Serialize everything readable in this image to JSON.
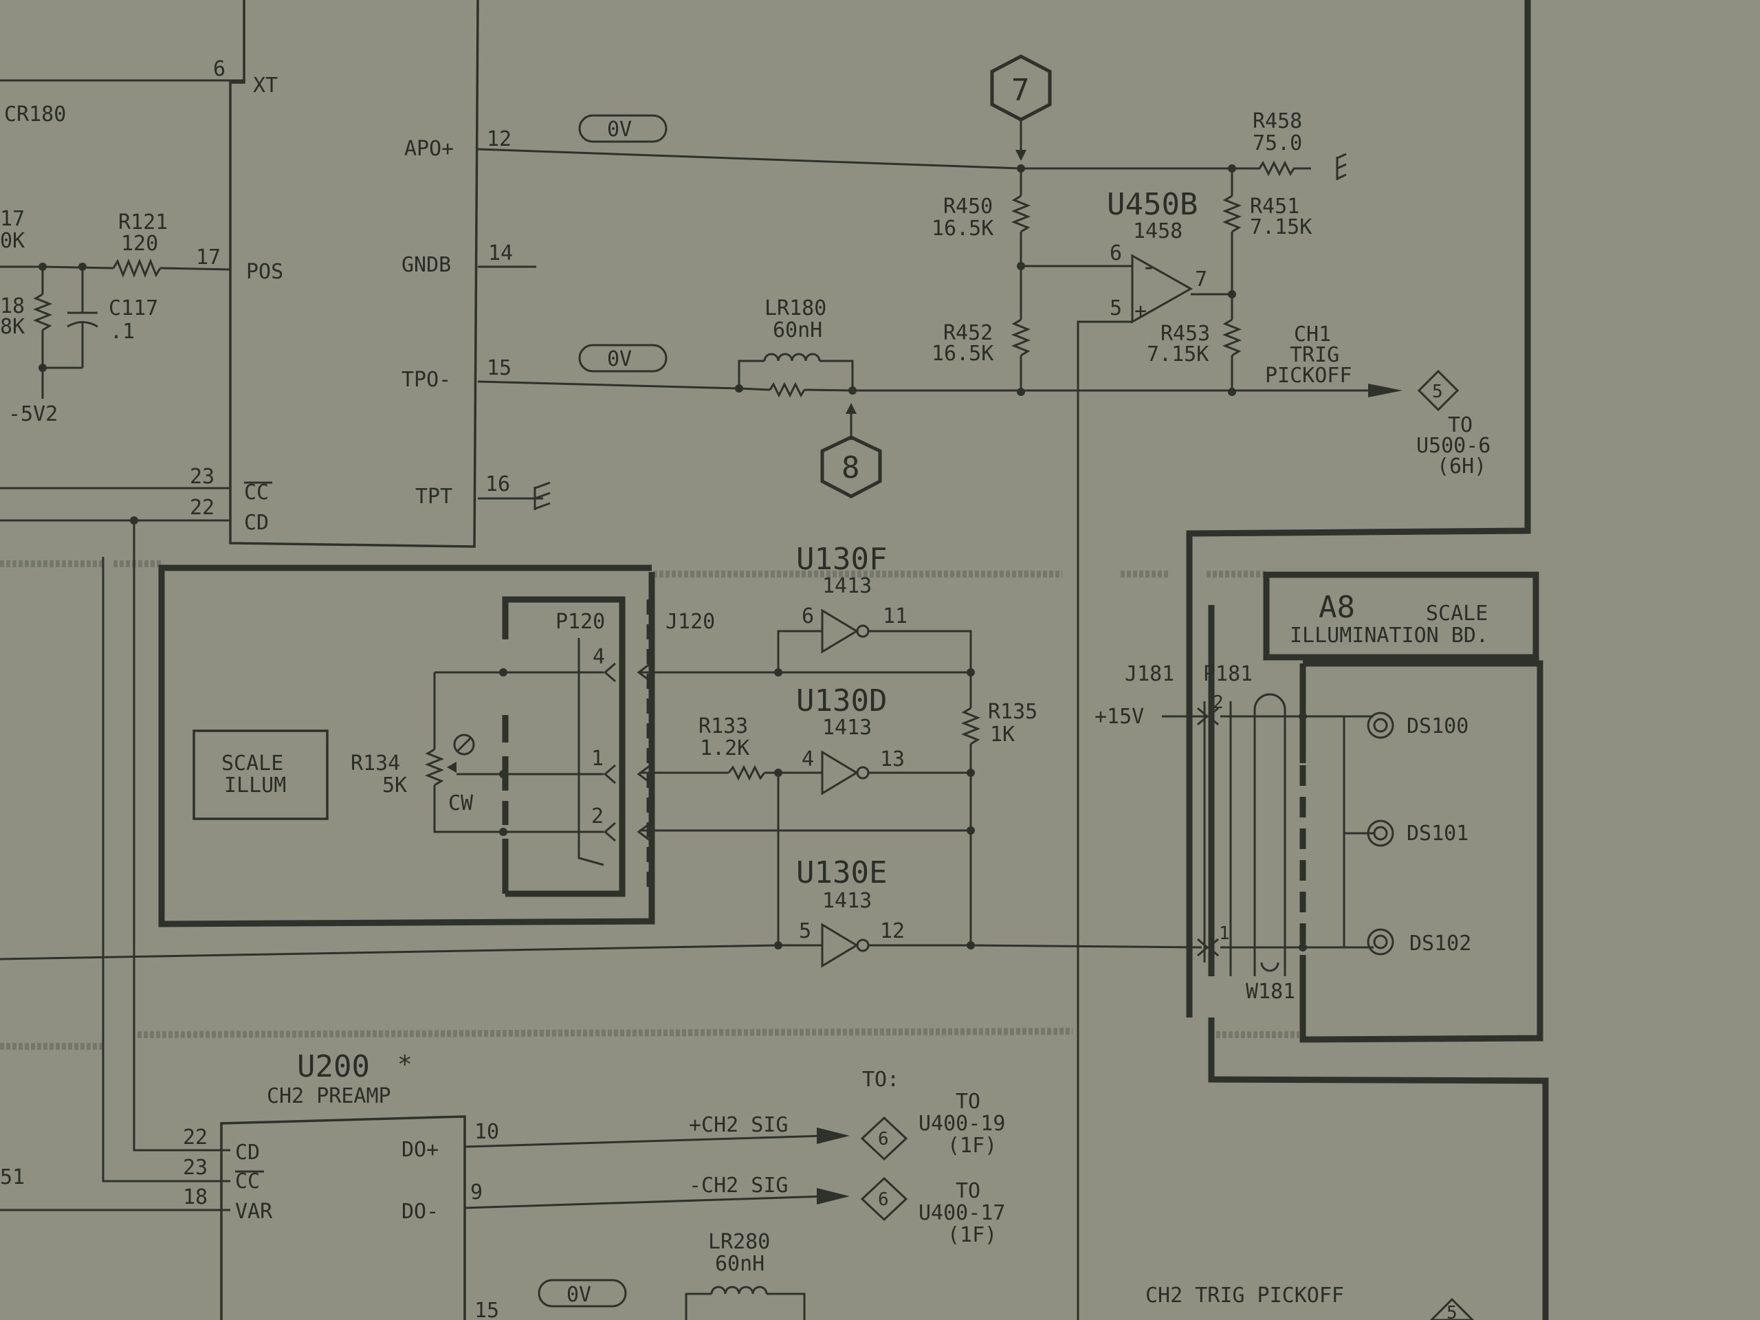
{
  "u180": {
    "cr180": "CR180",
    "pin_xt": "6",
    "xt": "XT",
    "pin_apo": "12",
    "apo": "APO+",
    "pin_gndb": "14",
    "gndb": "GNDB",
    "pin_pos": "17",
    "pos": "POS",
    "pin_tpo": "15",
    "tpo": "TPO-",
    "pin_tpt": "16",
    "tpt": "TPT",
    "pin_cc": "23",
    "cc": "CC",
    "pin_cd": "22",
    "cd": "CD"
  },
  "left_parts": {
    "r121": "R121",
    "r121_val": "120",
    "c117": "C117",
    "c117_val": ".1",
    "r_frag1": "17",
    "r_frag2": "0K",
    "r_frag3": "18",
    "r_frag4": "8K",
    "m5v2": "-5V2"
  },
  "voltages": {
    "apo": "0V",
    "tpo": "0V",
    "u200": "0V"
  },
  "nodes": {
    "n7": "7",
    "n8": "8"
  },
  "trig": {
    "u450b": "U450B",
    "u450b_type": "1458",
    "r450": "R450",
    "r450_val": "16.5K",
    "r452": "R452",
    "r452_val": "16.5K",
    "r451": "R451",
    "r451_val": "7.15K",
    "r453": "R453",
    "r453_val": "7.15K",
    "r458": "R458",
    "r458_val": "75.0",
    "lr180": "LR180",
    "lr180_val": "60nH",
    "pin6": "6",
    "pin5": "5",
    "pin7": "7",
    "minus": "-",
    "plus": "+",
    "pickoff1": "CH1",
    "pickoff2": "TRIG",
    "pickoff3": "PICKOFF",
    "off_num": "5",
    "to1": "TO",
    "to2": "U500-6",
    "to3": "(6H)"
  },
  "illum": {
    "scale1": "SCALE",
    "scale2": "ILLUM",
    "r134": "R134",
    "r134_val": "5K",
    "cw": "CW",
    "p120": "P120",
    "j120": "J120",
    "pin4": "4",
    "pin1": "1",
    "pin2": "2",
    "u130f": "U130F",
    "u130f_type": "1413",
    "u130f_in": "6",
    "u130f_out": "11",
    "u130d": "U130D",
    "u130d_type": "1413",
    "u130d_in": "4",
    "u130d_out": "13",
    "u130e": "U130E",
    "u130e_type": "1413",
    "u130e_in": "5",
    "u130e_out": "12",
    "r133": "R133",
    "r133_val": "1.2K",
    "r135": "R135",
    "r135_val": "1K"
  },
  "a8": {
    "title": "A8",
    "sub1": "SCALE",
    "sub2": "ILLUMINATION BD.",
    "j181": "J181",
    "p181": "P181",
    "v15": "+15V",
    "pin2": "2",
    "pin1": "1",
    "w181": "W181",
    "ds100": "DS100",
    "ds101": "DS101",
    "ds102": "DS102"
  },
  "u200": {
    "name": "U200",
    "star": "*",
    "desc": "CH2 PREAMP",
    "pin_cd": "22",
    "cd": "CD",
    "pin_cc": "23",
    "cc": "CC",
    "pin_var": "18",
    "var": "VAR",
    "pin_dop": "10",
    "dop": "DO+",
    "pin_dom": "9",
    "dom": "DO-",
    "pin_15": "15",
    "frag": "51",
    "to_hdr": "TO:",
    "sig1": "+CH2 SIG",
    "sig2": "-CH2 SIG",
    "off_a": "6",
    "off_b": "6",
    "to_a1": "TO",
    "to_a2": "U400-19",
    "to_a3": "(1F)",
    "to_b1": "TO",
    "to_b2": "U400-17",
    "to_b3": "(1F)",
    "lr280": "LR280",
    "lr280_val": "60nH",
    "ch2trig": "CH2 TRIG PICKOFF",
    "off_c": "5"
  }
}
